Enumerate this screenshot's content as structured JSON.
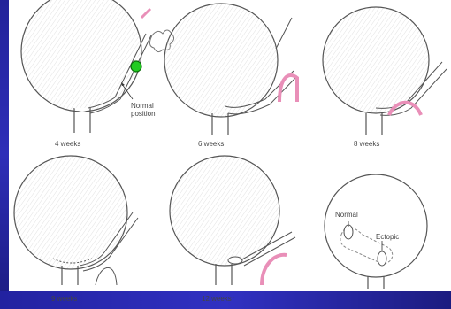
{
  "colors": {
    "background_blue": "#2a2ab0",
    "panel": "#ffffff",
    "outline": "#555555",
    "duct_pink": "#e98fb8",
    "marker_green": "#22cc22"
  },
  "panels": [
    {
      "caption": "4 weeks"
    },
    {
      "caption": "6 weeks"
    },
    {
      "caption": "8 weeks"
    },
    {
      "caption": "9 weeks"
    },
    {
      "caption": "12 weeks⁺"
    },
    {
      "caption": ""
    }
  ],
  "annotations": {
    "normal_position_line1": "Normal",
    "normal_position_line2": "position",
    "normal": "Normal",
    "ectopic": "Ectopic"
  }
}
